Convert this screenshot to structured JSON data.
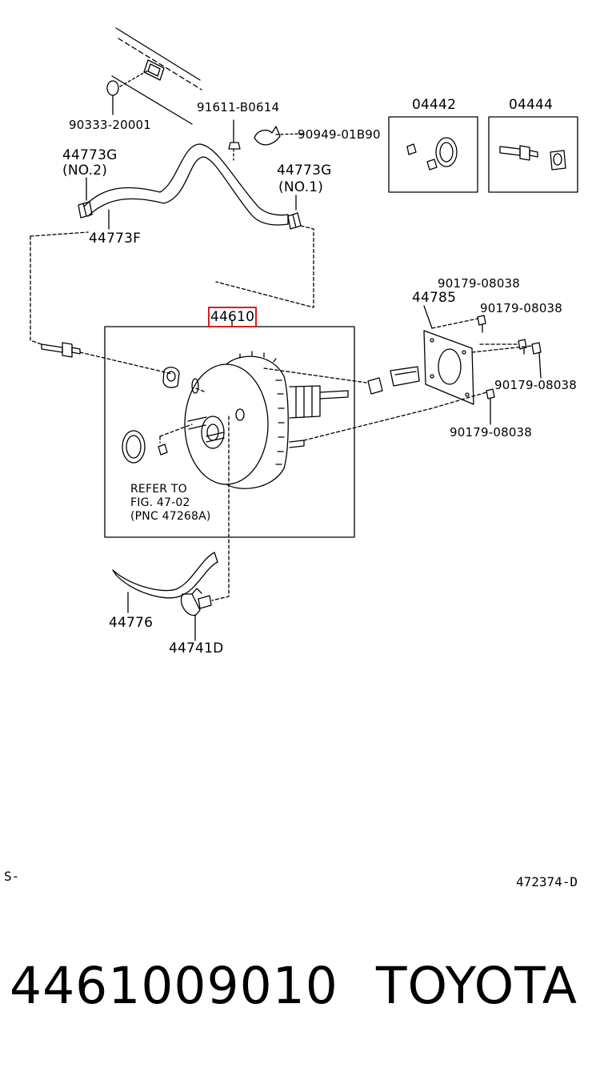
{
  "labels": {
    "p90333": "90333-20001",
    "p91611": "91611-B0614",
    "p90949": "90949-01B90",
    "p44773g_no2": "44773G",
    "p44773g_no2_sub": "(NO.2)",
    "p44773g_no1": "44773G",
    "p44773g_no1_sub": "(NO.1)",
    "p44773f": "44773F",
    "p04442": "04442",
    "p04444": "04444",
    "p44610": "44610",
    "p44785": "44785",
    "p90179_a": "90179-08038",
    "p90179_b": "90179-08038",
    "p90179_c": "90179-08038",
    "p90179_d": "90179-08038",
    "refer_1": "REFER TO",
    "refer_2": "FIG. 47-02",
    "refer_3": "(PNC 47268A)",
    "p44776": "44776",
    "p44741d": "44741D"
  },
  "corner_left": "S-",
  "corner_right": "472374-D",
  "footer": {
    "part_number": "4461009010",
    "brand": "TOYOTA"
  },
  "colors": {
    "highlight": "#d42020",
    "ink": "#000000"
  }
}
